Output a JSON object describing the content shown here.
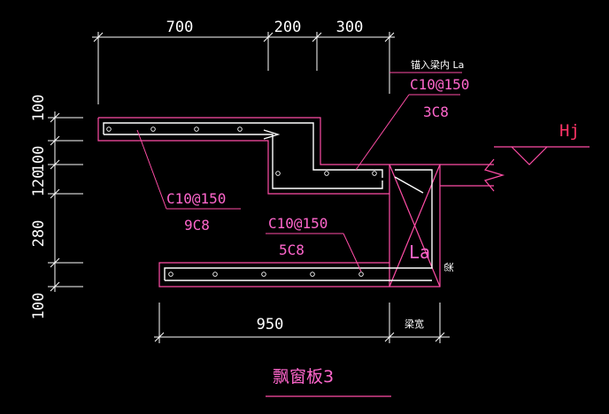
{
  "dimensions": {
    "top": [
      "700",
      "200",
      "300"
    ],
    "left": [
      "100",
      "100",
      "120",
      "280",
      "100"
    ],
    "bottom": "950",
    "bottom_right": "梁宽",
    "right_vertical": "梁"
  },
  "labels": {
    "anchor_note": "锚入梁内 La",
    "top_spec": "C10@150",
    "top_count": "3C8",
    "mid_spec": "C10@150",
    "mid_count": "9C8",
    "low_spec": "C10@150",
    "low_count": "5C8",
    "la_label": "La",
    "hj": "Hj",
    "title": "飘窗板3"
  }
}
